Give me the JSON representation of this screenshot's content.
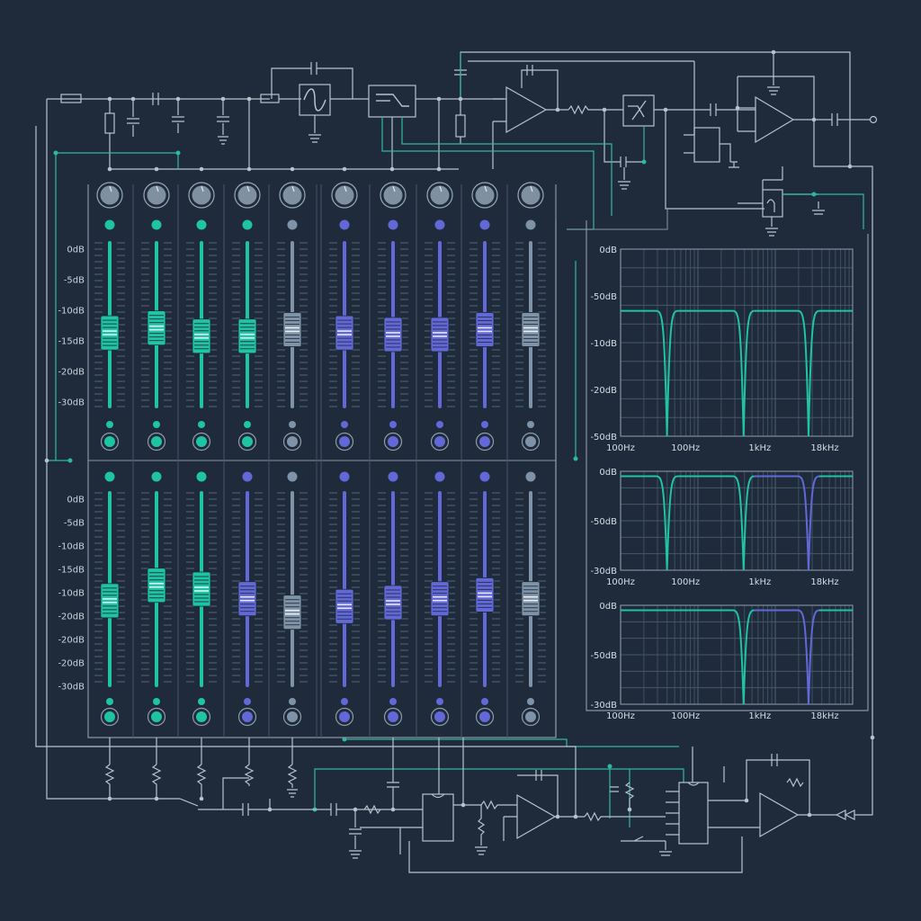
{
  "colors": {
    "background": "#1f2b3a",
    "wire": "#b7c2cc",
    "wire_teal": "#2fb8a0",
    "teal": "#1fc4a4",
    "blue": "#6368d8",
    "gray_blue": "#7f93a8",
    "panel_border": "#8795a3",
    "grid": "#46586a"
  },
  "mixer": {
    "db_labels_top": [
      "0dB",
      "-5dB",
      "-10dB",
      "-15dB",
      "-20dB",
      "-30dB"
    ],
    "db_labels_bottom": [
      "0dB",
      "-5dB",
      "-10dB",
      "-15dB",
      "-10dB",
      "-20dB",
      "-20dB",
      "-20dB",
      "-30dB"
    ],
    "channels_top": [
      {
        "color": "teal",
        "fader": 0.55
      },
      {
        "color": "teal",
        "fader": 0.52
      },
      {
        "color": "teal",
        "fader": 0.57
      },
      {
        "color": "teal",
        "fader": 0.57
      },
      {
        "color": "gray_blue",
        "fader": 0.53
      },
      {
        "color": "blue",
        "fader": 0.55
      },
      {
        "color": "blue",
        "fader": 0.56
      },
      {
        "color": "blue",
        "fader": 0.56
      },
      {
        "color": "blue",
        "fader": 0.53
      },
      {
        "color": "gray_blue",
        "fader": 0.53
      }
    ],
    "channels_bottom": [
      {
        "color": "teal",
        "fader": 0.56
      },
      {
        "color": "teal",
        "fader": 0.48
      },
      {
        "color": "teal",
        "fader": 0.5
      },
      {
        "color": "blue",
        "fader": 0.55
      },
      {
        "color": "gray_blue",
        "fader": 0.62
      },
      {
        "color": "blue",
        "fader": 0.59
      },
      {
        "color": "blue",
        "fader": 0.57
      },
      {
        "color": "blue",
        "fader": 0.55
      },
      {
        "color": "blue",
        "fader": 0.53
      },
      {
        "color": "gray_blue",
        "fader": 0.55
      }
    ]
  },
  "response_plots": [
    {
      "y_labels": [
        "0dB",
        "-50dB",
        "-10dB",
        "-20dB",
        "-50dB"
      ],
      "x_labels": [
        "100Hz",
        "100Hz",
        "1kHz",
        "18kHz"
      ],
      "level": 0.33,
      "notches": [
        {
          "pos": 0.2,
          "color": "teal"
        },
        {
          "pos": 0.53,
          "color": "teal"
        },
        {
          "pos": 0.81,
          "color": "teal"
        }
      ]
    },
    {
      "y_labels": [
        "0dB",
        "-50dB",
        "-30dB"
      ],
      "x_labels": [
        "100Hz",
        "100Hz",
        "1kHz",
        "18kHz"
      ],
      "level": 0.05,
      "notches": [
        {
          "pos": 0.2,
          "color": "teal"
        },
        {
          "pos": 0.53,
          "color": "teal"
        },
        {
          "pos": 0.81,
          "color": "blue"
        }
      ]
    },
    {
      "y_labels": [
        "0dB",
        "-50dB",
        "-30dB"
      ],
      "x_labels": [
        "100Hz",
        "100Hz",
        "1kHz",
        "18kHz"
      ],
      "level": 0.05,
      "notches": [
        {
          "pos": 0.53,
          "color": "teal"
        },
        {
          "pos": 0.81,
          "color": "blue"
        }
      ]
    }
  ]
}
